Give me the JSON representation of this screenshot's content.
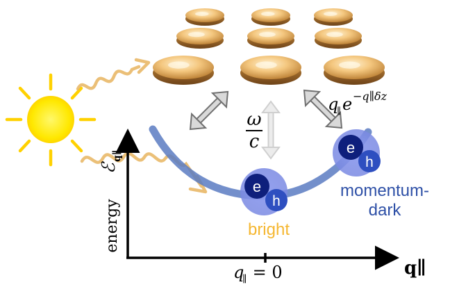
{
  "labels": {
    "energy_axis_symbol": "ℰ",
    "energy_axis_subscript": "q∥",
    "energy_word": "energy",
    "q_axis": "q∥",
    "q_zero_q": "q",
    "q_zero_sub": "∥",
    "q_zero_rest": " = 0",
    "photon_omega": "ω",
    "photon_c": "c",
    "coupling_q": "q",
    "coupling_sub": "∥",
    "coupling_e": "e",
    "coupling_exponent": "−q∥δz",
    "bright": "bright",
    "dark_line1": "momentum-",
    "dark_line2": "dark",
    "electron": "e",
    "hole": "h"
  },
  "colors": {
    "dispersion_curve": "#5b7bc2",
    "bright_label": "#f5b731",
    "dark_label": "#2d4fa6",
    "electron": "#0e1f7c",
    "hole": "#2e4fc0",
    "exciton_halo": "#7f8ee6",
    "sun_core": "#ffec00",
    "sun_rays": "#ffd100",
    "photon_wave": "#e8b560",
    "disk": "#f2c079",
    "arrow_grey": "#8a8a8a",
    "arrow_light": "#d4d4d4"
  },
  "icons": {
    "sun": "sun-icon",
    "plasmonic_disk": "nanodisk-icon",
    "photon": "wavy-photon-arrow"
  }
}
